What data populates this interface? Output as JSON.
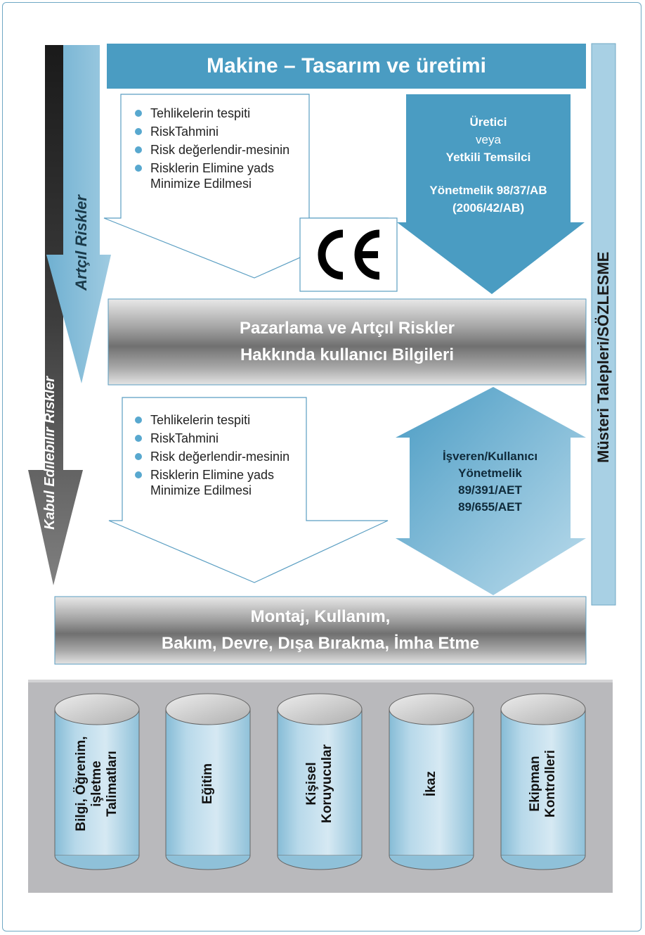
{
  "title": "Makine – Tasarım ve üretimi",
  "left_vertical": {
    "outer_label": "Kabul Edilebilir Riskler",
    "inner_label": "Artçıl Riskler"
  },
  "right_vertical": "Müsteri Talepleri/SÖZLESME",
  "top_steps": [
    "Tehlikelerin tespiti",
    "RiskTahmini",
    "Risk değerlendir-mesinin",
    "Risklerin Elimine yads Minimize Edilmesi"
  ],
  "bottom_steps": [
    "Tehlikelerin tespiti",
    "RiskTahmini",
    "Risk değerlendir-mesinin",
    "Risklerin Elimine yads Minimize Edilmesi"
  ],
  "manufacturer": {
    "line1": "Üretici",
    "line2": "veya",
    "line3": "Yetkili Temsilci",
    "line4": "Yönetmelik 98/37/AB",
    "line5": "(2006/42/AB)"
  },
  "ce_mark": "CE",
  "marketing": {
    "line1": "Pazarlama ve Artçıl Riskler",
    "line2": "Hakkında kullanıcı Bilgileri"
  },
  "employer": {
    "line1": "İşveren/Kullanıcı",
    "line2": "Yönetmelik",
    "line3": "89/391/AET",
    "line4": "89/655/AET"
  },
  "usage": {
    "line1": "Montaj, Kullanım,",
    "line2": "Bakım, Devre, Dışa Bırakma, İmha Etme"
  },
  "pillars": [
    {
      "line1": "Bilgi, Öğrenim,",
      "line2": "işletme",
      "line3": "Talimatları"
    },
    {
      "line1": "Eğitim",
      "line2": "",
      "line3": ""
    },
    {
      "line1": "Kişisel",
      "line2": "Koruyucular",
      "line3": ""
    },
    {
      "line1": "İkaz",
      "line2": "",
      "line3": ""
    },
    {
      "line1": "Ekipman",
      "line2": "Kontrolleri",
      "line3": ""
    }
  ],
  "colors": {
    "blue": "#4a9cc2",
    "light_blue": "#a8d0e4",
    "gray_base": "#b9b9bc",
    "bullet": "#58a8cf"
  }
}
